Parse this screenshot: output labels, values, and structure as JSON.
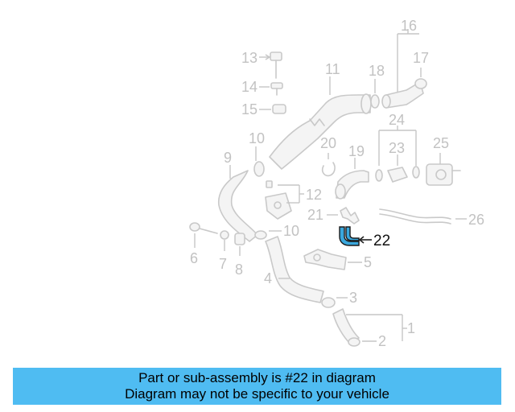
{
  "labels": {
    "p1": "1",
    "p2": "2",
    "p3": "3",
    "p4": "4",
    "p5": "5",
    "p6": "6",
    "p7": "7",
    "p8": "8",
    "p9": "9",
    "p10a": "10",
    "p10b": "10",
    "p11": "11",
    "p12": "12",
    "p13": "13",
    "p14": "14",
    "p15": "15",
    "p16": "16",
    "p17": "17",
    "p18": "18",
    "p19": "19",
    "p20": "20",
    "p21": "21",
    "p22": "22",
    "p23": "23",
    "p24": "24",
    "p25": "25",
    "p26": "26"
  },
  "highlight": {
    "part_number": "22",
    "color": "#3aa7dc"
  },
  "banner": {
    "line1": "Part or sub-assembly is #22 in diagram",
    "line2": "Diagram may not be specific to your vehicle",
    "background": "#4fbcf2"
  }
}
